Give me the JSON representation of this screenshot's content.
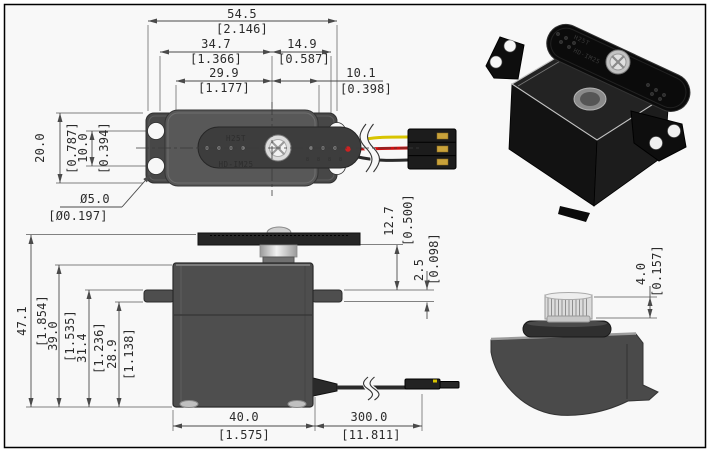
{
  "drawing": {
    "labels": {
      "horn_line1": "H25T",
      "horn_line2": "HD-IM25",
      "horn_marks": "8 8 8 8"
    },
    "colors": {
      "background": "#f8f8f8",
      "frame_border": "#000000",
      "dimension_line": "#4a4a4a",
      "dimension_text": "#2b2b2b",
      "body_gray": "#4e4e4e",
      "plate_gray": "#474747",
      "horn_black": "#262626",
      "iso_black": "#121212",
      "metal_light": "#e2e2e2",
      "wire_yellow": "#d8c400",
      "wire_red": "#cc1111",
      "wire_black": "#2a2a2a",
      "pin_gold": "#c9a23a"
    },
    "views": {
      "top": {
        "dims": {
          "overall_width": {
            "mm": "54.5",
            "in": "[2.146]"
          },
          "left_span": {
            "mm": "34.7",
            "in": "[1.366]"
          },
          "right_span": {
            "mm": "14.9",
            "in": "[0.587]"
          },
          "case_span": {
            "mm": "29.9",
            "in": "[1.177]"
          },
          "wire_offset": {
            "mm": "10.1",
            "in": "[0.398]"
          },
          "depth": {
            "mm": "20.0",
            "in": "[0.787]"
          },
          "hole_pitch": {
            "mm": "10.0",
            "in": "[0.394]"
          },
          "hole_dia": {
            "mm": "Ø5.0",
            "in": "[Ø0.197]"
          }
        }
      },
      "front": {
        "dims": {
          "horn_height": {
            "mm": "12.7",
            "in": "[0.500]"
          },
          "tab_step": {
            "mm": "2.5",
            "in": "[0.098]"
          },
          "overall_height": {
            "mm": "47.1",
            "in": "[1.854]"
          },
          "body_height": {
            "mm": "39.0",
            "in": "[1.535]"
          },
          "tab_top": {
            "mm": "31.4",
            "in": "[1.236]"
          },
          "tab_bottom": {
            "mm": "28.9",
            "in": "[1.138]"
          },
          "body_width": {
            "mm": "40.0",
            "in": "[1.575]"
          },
          "cable_length": {
            "mm": "300.0",
            "in": "[11.811]"
          }
        }
      },
      "spline": {
        "dims": {
          "spline_height": {
            "mm": "4.0",
            "in": "[0.157]"
          }
        }
      }
    }
  }
}
